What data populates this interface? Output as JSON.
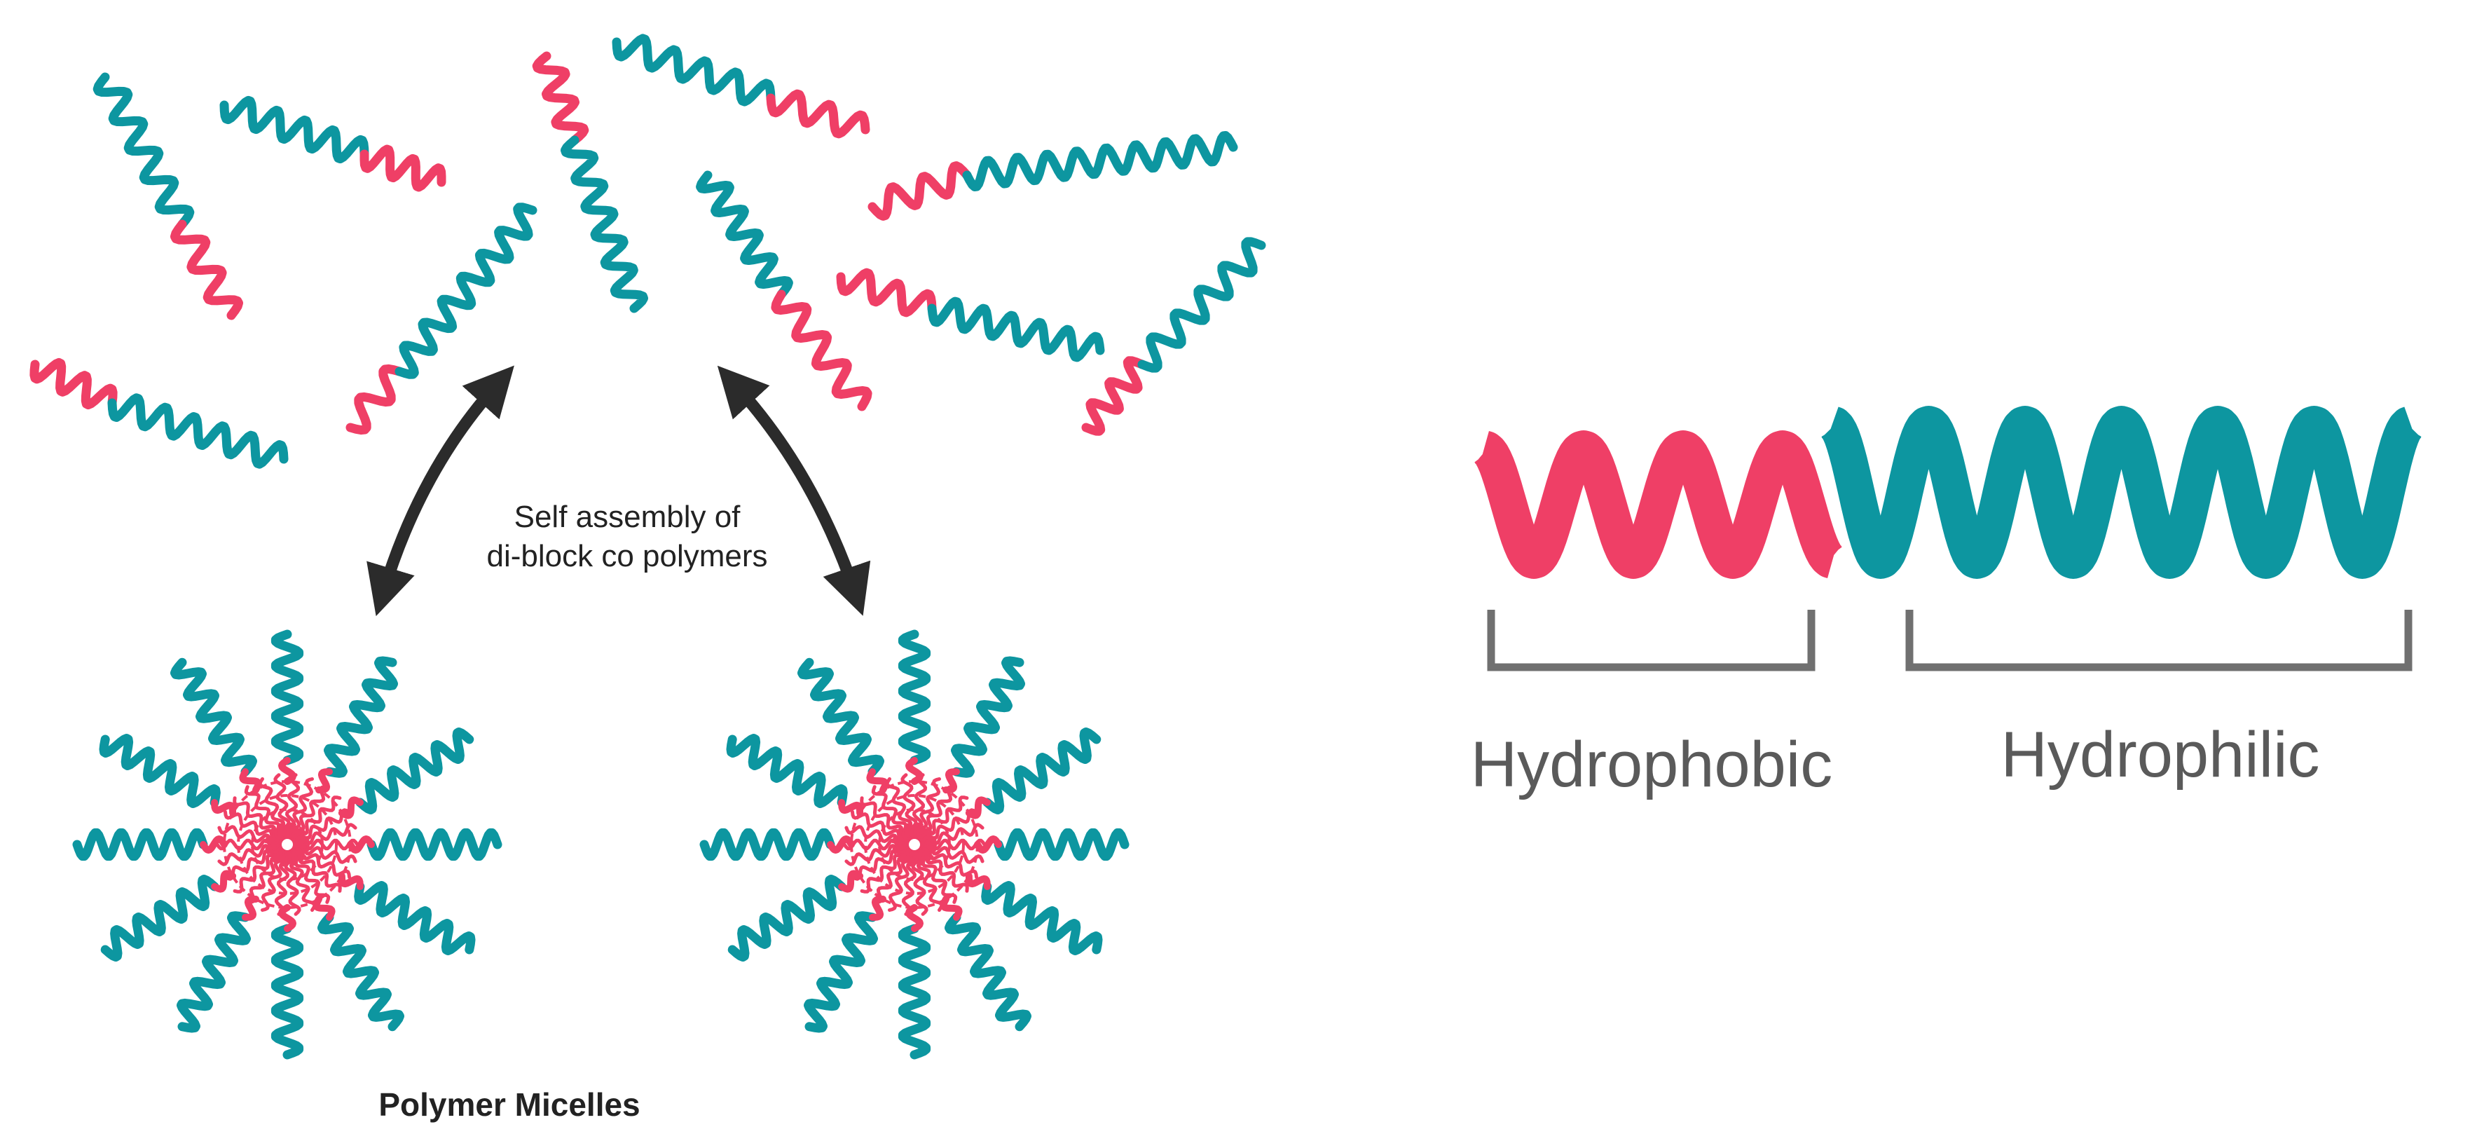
{
  "colors": {
    "hydrophobic": "#ef3f66",
    "hydrophilic": "#0d96a0",
    "arrow": "#2b2b2b",
    "bracket": "#707070",
    "label_text": "#5a5a5a",
    "caption_text": "#222222"
  },
  "assembly_caption": {
    "line1": "Self assembly of",
    "line2": "di-block co polymers"
  },
  "micelles_caption": "Polymer Micelles",
  "legend": {
    "hydrophobic_label": "Hydrophobic",
    "hydrophilic_label": "Hydrophilic"
  }
}
